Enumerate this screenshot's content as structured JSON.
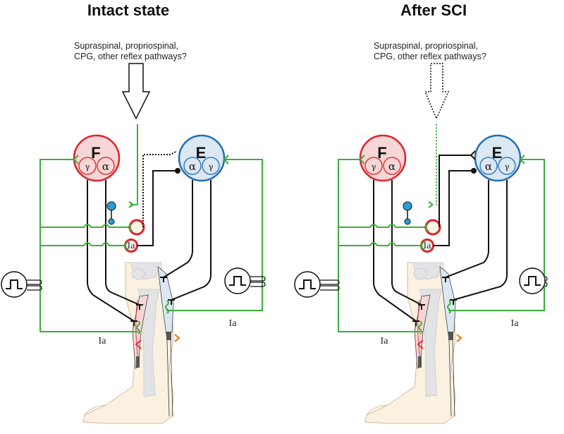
{
  "panels": [
    {
      "id": "intact",
      "title": "Intact state",
      "question": [
        "Supraspinal, propriospinal,",
        "CPG, other reflex pathways?"
      ],
      "descending_pathway": "intact",
      "flexor_pool": {
        "letter": "F",
        "sub": [
          "γ",
          "α"
        ]
      },
      "extensor_pool": {
        "letter": "E",
        "sub": [
          "α",
          "γ"
        ]
      },
      "interneuron_label": "Ia",
      "afferent_labels": [
        "Ia",
        "Ia"
      ],
      "stimulator_icon": "square-pulse-stimulator-icon"
    },
    {
      "id": "after-sci",
      "title": "After SCI",
      "question": [
        "Supraspinal, propriospinal,",
        "CPG, other reflex pathways?"
      ],
      "descending_pathway": "disrupted",
      "flexor_pool": {
        "letter": "F",
        "sub": [
          "γ",
          "α"
        ]
      },
      "extensor_pool": {
        "letter": "E",
        "sub": [
          "α",
          "γ"
        ]
      },
      "interneuron_label": "Ia",
      "afferent_labels": [
        "Ia",
        "Ia"
      ],
      "stimulator_icon": "square-pulse-stimulator-icon"
    }
  ],
  "colors": {
    "flexor": "#e3202a",
    "flexor_fill": "#f6d7d6",
    "extensor": "#1f6fb5",
    "extensor_fill": "#dbe7f2",
    "afferent": "#3cae3a",
    "motor": "#111111",
    "skin": "#fbf1e1",
    "bone": "#e2e3e5",
    "orange": "#f07a1e"
  }
}
